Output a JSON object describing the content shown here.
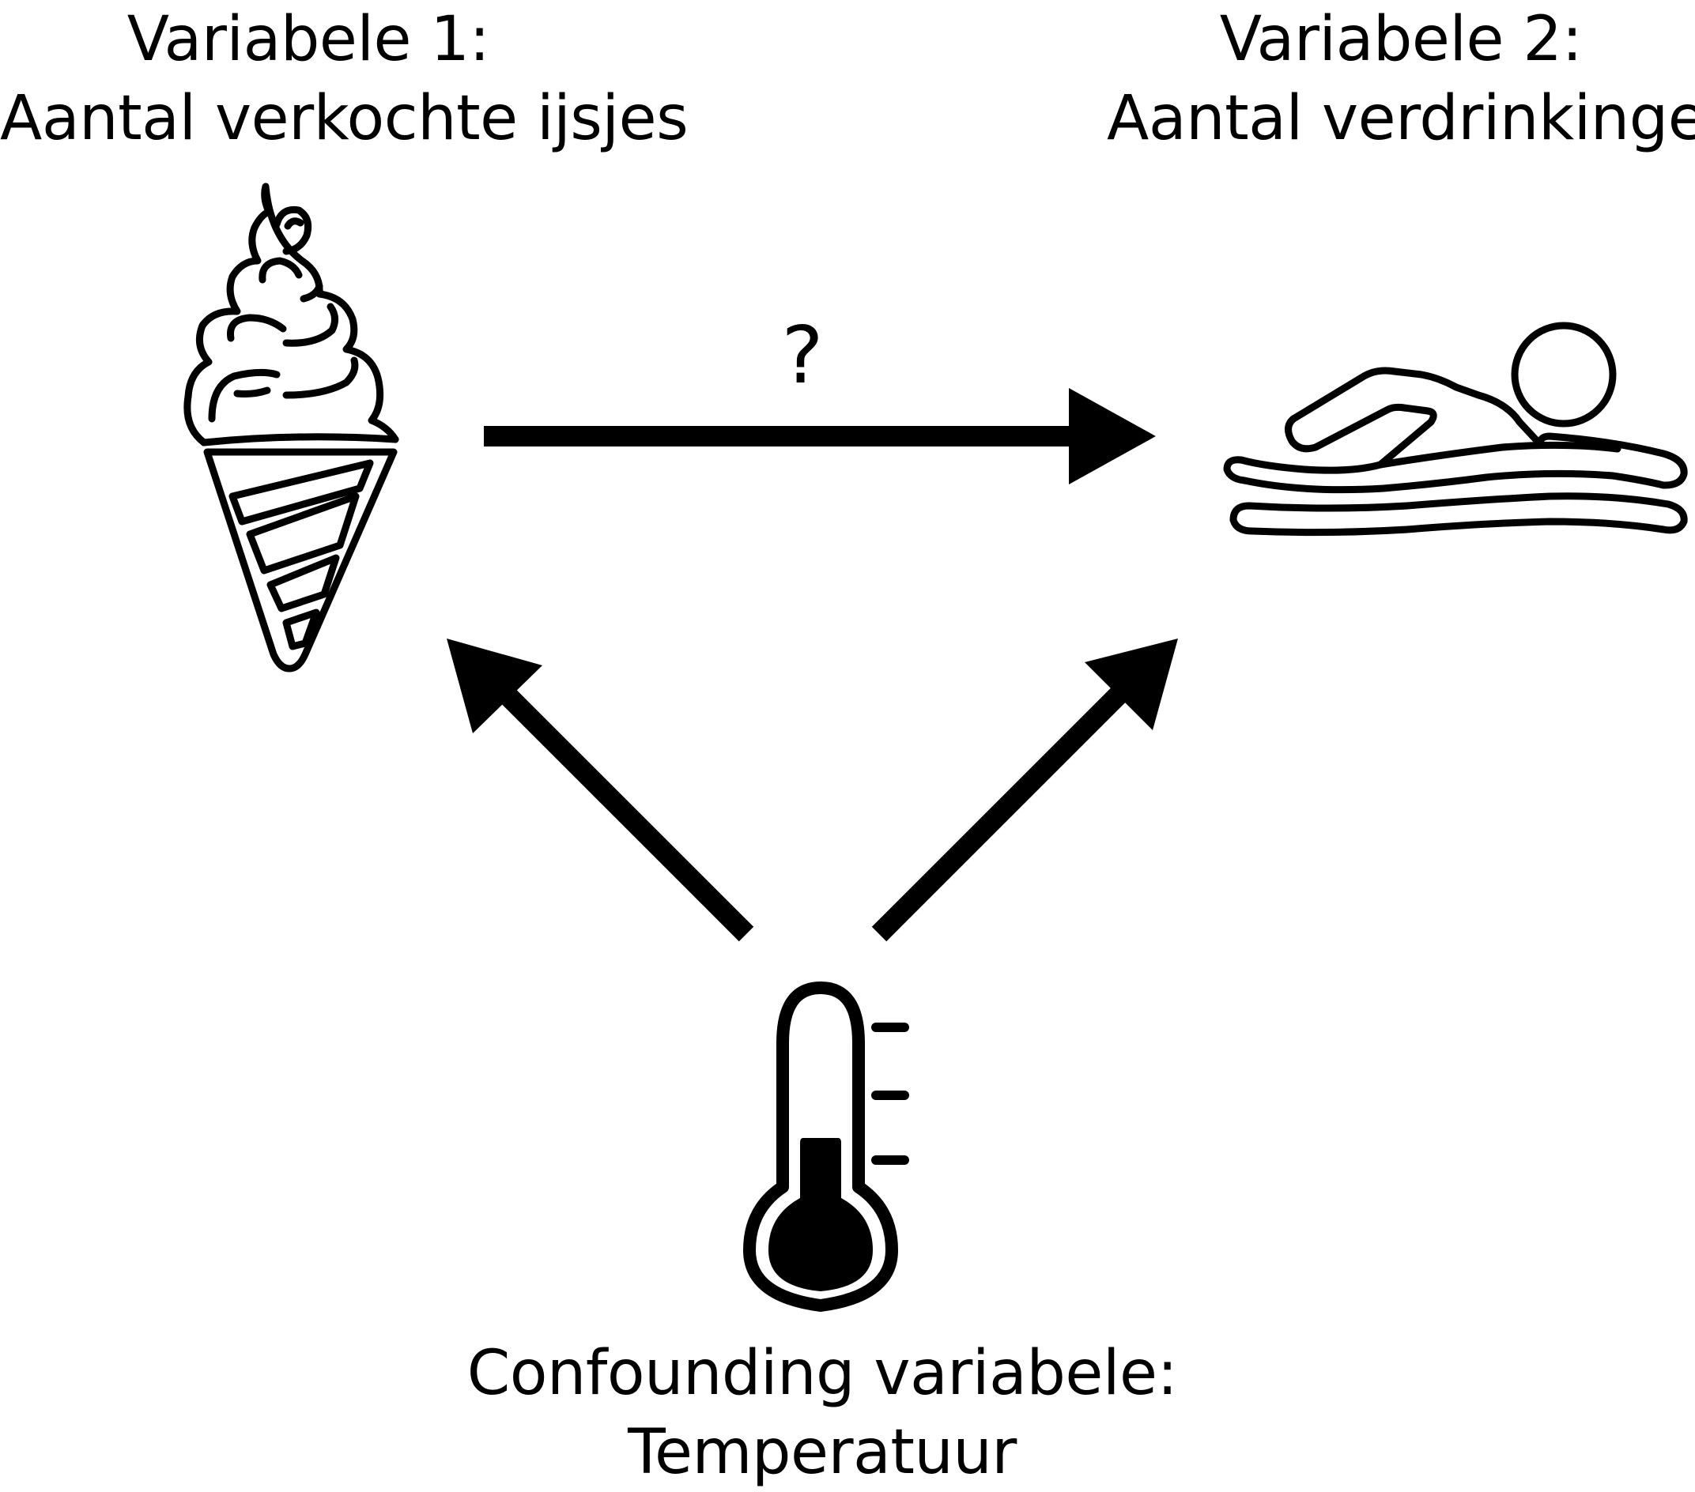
{
  "variable1": {
    "heading": "Variabele 1:",
    "name": "Aantal verkochte ijsjes",
    "icon": "ice-cream-cone-icon"
  },
  "variable2": {
    "heading": "Variabele 2:",
    "name": "Aantal verdrinkingen",
    "icon": "swimmer-icon"
  },
  "confounder": {
    "heading": "Confounding variabele:",
    "name": "Temperatuur",
    "icon": "thermometer-icon"
  },
  "relation_label": "?",
  "colors": {
    "stroke": "#000000",
    "background": "#ffffff"
  }
}
